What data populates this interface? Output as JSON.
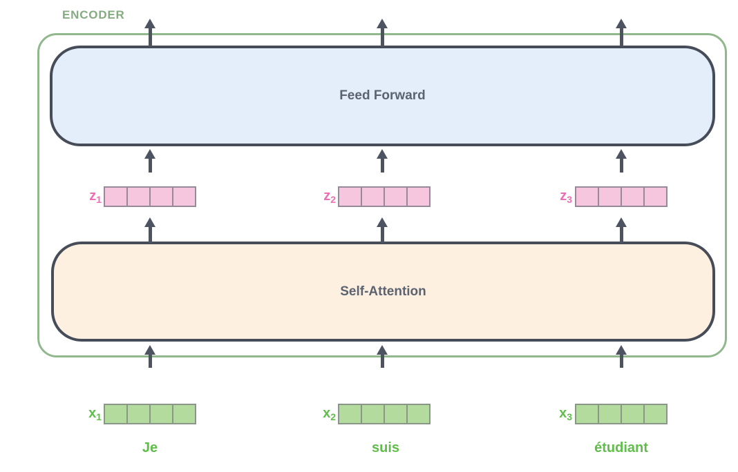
{
  "encoder": {
    "label": "ENCODER",
    "blocks": {
      "feed_forward": "Feed Forward",
      "self_attention": "Self-Attention"
    }
  },
  "vectors": {
    "cells_per_vector": 4,
    "z": [
      {
        "base": "z",
        "sub": "1"
      },
      {
        "base": "z",
        "sub": "2"
      },
      {
        "base": "z",
        "sub": "3"
      }
    ],
    "x": [
      {
        "base": "x",
        "sub": "1"
      },
      {
        "base": "x",
        "sub": "2"
      },
      {
        "base": "x",
        "sub": "3"
      }
    ]
  },
  "tokens": [
    "Je",
    "suis",
    "étudiant"
  ],
  "colors": {
    "encoder_border": "#90b88c",
    "encoder_label": "#85ab81",
    "feed_forward_fill": "#e4eefb",
    "self_attention_fill": "#fdf0e0",
    "block_border": "#464c58",
    "block_text": "#5b6370",
    "arrow": "#4d5360",
    "z_fill": "#f6c6df",
    "z_label": "#ee6eb4",
    "x_fill": "#b2db9d",
    "x_label": "#5fbe49"
  }
}
